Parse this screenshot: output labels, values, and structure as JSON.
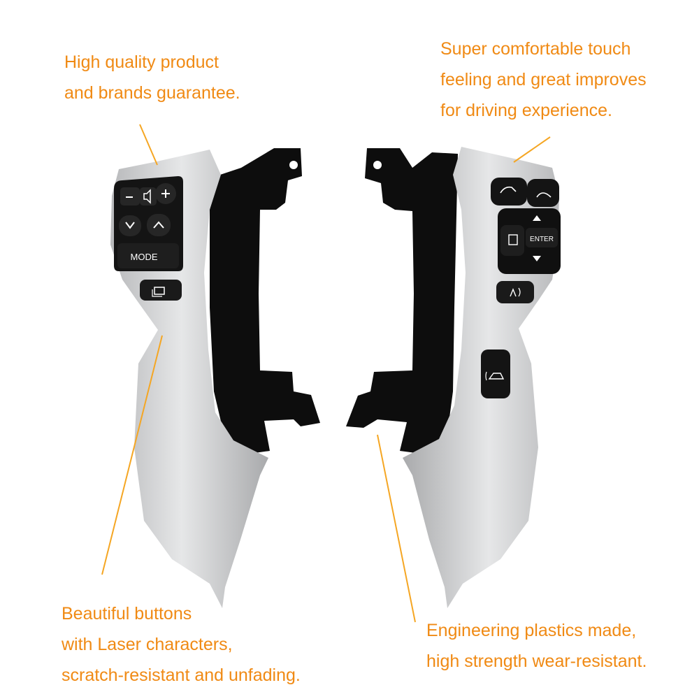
{
  "callouts": {
    "top_left": [
      "High quality product",
      "and brands guarantee."
    ],
    "top_right": [
      "Super comfortable touch",
      "feeling and great improves",
      "for driving experience."
    ],
    "bottom_left": [
      "Beautiful buttons",
      "with Laser characters,",
      "scratch-resistant and unfading."
    ],
    "bottom_right": [
      "Engineering plastics made,",
      "high strength wear-resistant."
    ]
  },
  "button_labels": {
    "mode": "MODE",
    "enter": "ENTER"
  },
  "colors": {
    "callout_text": "#f08a14",
    "leader_line": "#f5a623",
    "silver": "#c9cacc",
    "button": "#141414",
    "bracket": "#0d0d0d"
  }
}
